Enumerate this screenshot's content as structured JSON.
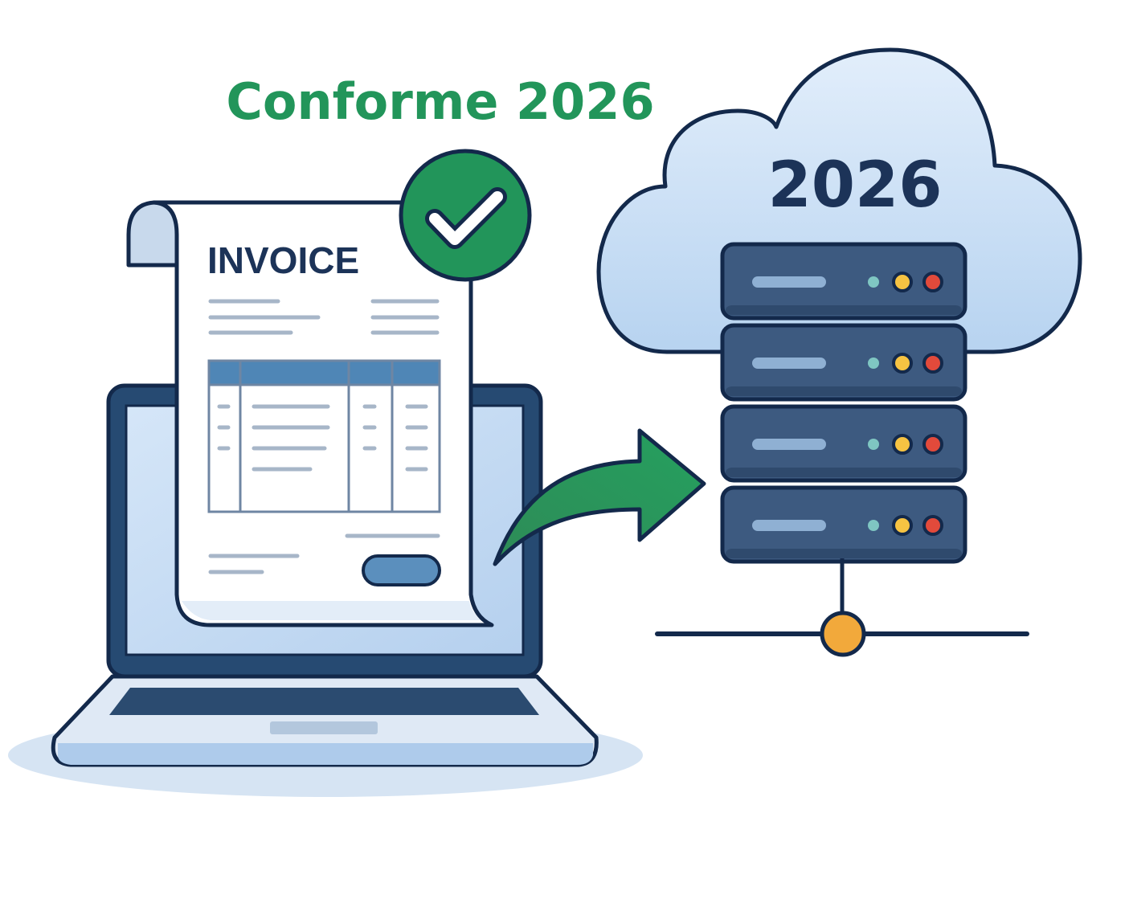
{
  "headline": {
    "text": "Conforme 2026",
    "color": "#22955a"
  },
  "invoice": {
    "title": "INVOICE",
    "status_icon": "checkmark-icon",
    "status_color": "#22955a"
  },
  "cloud": {
    "year": "2026",
    "icon": "cloud-icon"
  },
  "server": {
    "icon": "server-rack-icon",
    "unit_count": 4,
    "led_colors": [
      "#7fc6c2",
      "#f6c342",
      "#e24a3b"
    ]
  },
  "transfer": {
    "icon": "upload-arrow-icon",
    "color": "#22955a"
  },
  "colors": {
    "outline": "#13294b",
    "server_body": "#3d5a80",
    "cloud_fill": "#cfe3f7",
    "screen_fill": "#c9def4",
    "table_header": "#4f86b6",
    "network_node": "#f2a93b"
  }
}
